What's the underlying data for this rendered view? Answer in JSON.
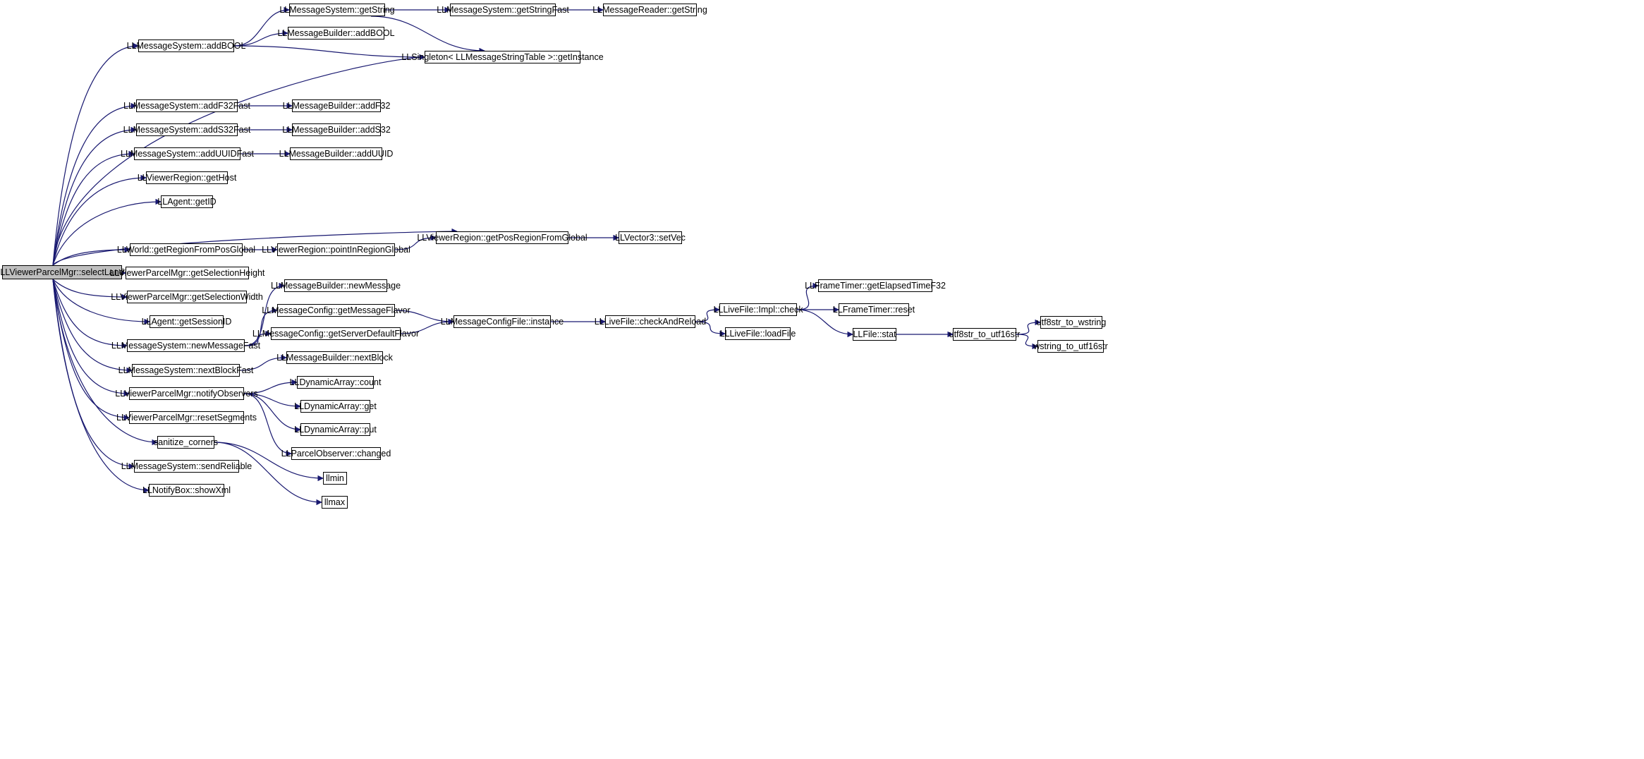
{
  "diagram": {
    "type": "call-graph",
    "edge_color": "#191970",
    "root_fill": "#bfbfbf",
    "nodes": [
      {
        "id": "root",
        "label": "LLViewerParcelMgr::selectLand",
        "root": true
      },
      {
        "id": "addBOOL",
        "label": "LLMessageSystem::addBOOL"
      },
      {
        "id": "getString",
        "label": "LLMessageSystem::getString"
      },
      {
        "id": "getStringFast",
        "label": "LLMessageSystem::getStringFast"
      },
      {
        "id": "readerGetString",
        "label": "LLMessageReader::getString"
      },
      {
        "id": "mbAddBOOL",
        "label": "LLMessageBuilder::addBOOL"
      },
      {
        "id": "singleton",
        "label": "LLSingleton< LLMessageStringTable >::getInstance"
      },
      {
        "id": "addF32Fast",
        "label": "LLMessageSystem::addF32Fast"
      },
      {
        "id": "mbAddF32",
        "label": "LLMessageBuilder::addF32"
      },
      {
        "id": "addS32Fast",
        "label": "LLMessageSystem::addS32Fast"
      },
      {
        "id": "mbAddS32",
        "label": "LLMessageBuilder::addS32"
      },
      {
        "id": "addUUIDFast",
        "label": "LLMessageSystem::addUUIDFast"
      },
      {
        "id": "mbAddUUID",
        "label": "LLMessageBuilder::addUUID"
      },
      {
        "id": "getHost",
        "label": "LLViewerRegion::getHost"
      },
      {
        "id": "getID",
        "label": "LLAgent::getID"
      },
      {
        "id": "getPosRegion",
        "label": "LLViewerRegion::getPosRegionFromGlobal"
      },
      {
        "id": "setVec",
        "label": "LLVector3::setVec"
      },
      {
        "id": "getRegionFromPos",
        "label": "LLWorld::getRegionFromPosGlobal"
      },
      {
        "id": "pointInRegion",
        "label": "LLViewerRegion::pointInRegionGlobal"
      },
      {
        "id": "selHeight",
        "label": "LLViewerParcelMgr::getSelectionHeight"
      },
      {
        "id": "selWidth",
        "label": "LLViewerParcelMgr::getSelectionWidth"
      },
      {
        "id": "newMessage",
        "label": "LLMessageBuilder::newMessage"
      },
      {
        "id": "getMsgFlavor",
        "label": "LLMessageConfig::getMessageFlavor"
      },
      {
        "id": "cfgInstance",
        "label": "LLMessageConfigFile::instance"
      },
      {
        "id": "checkAndReload",
        "label": "LLLiveFile::checkAndReload"
      },
      {
        "id": "implCheck",
        "label": "LLLiveFile::Impl::check"
      },
      {
        "id": "getElapsed",
        "label": "LLFrameTimer::getElapsedTimeF32"
      },
      {
        "id": "timerReset",
        "label": "LLFrameTimer::reset"
      },
      {
        "id": "fileStat",
        "label": "LLFile::stat"
      },
      {
        "id": "utf8to16",
        "label": "utf8str_to_utf16str"
      },
      {
        "id": "utf8toW",
        "label": "utf8str_to_wstring"
      },
      {
        "id": "wToUtf16",
        "label": "wstring_to_utf16str"
      },
      {
        "id": "loadFile",
        "label": "LLLiveFile::loadFile"
      },
      {
        "id": "getSessionID",
        "label": "LLAgent::getSessionID"
      },
      {
        "id": "newMessageFast",
        "label": "LLMessageSystem::newMessageFast"
      },
      {
        "id": "getServerFlavor",
        "label": "LLMessageConfig::getServerDefaultFlavor"
      },
      {
        "id": "nextBlockFast",
        "label": "LLMessageSystem::nextBlockFast"
      },
      {
        "id": "mbNextBlock",
        "label": "LLMessageBuilder::nextBlock"
      },
      {
        "id": "notifyObservers",
        "label": "LLViewerParcelMgr::notifyObservers"
      },
      {
        "id": "daCount",
        "label": "LLDynamicArray::count"
      },
      {
        "id": "daGet",
        "label": "LLDynamicArray::get"
      },
      {
        "id": "daPut",
        "label": "LLDynamicArray::put"
      },
      {
        "id": "changed",
        "label": "LLParcelObserver::changed"
      },
      {
        "id": "resetSegments",
        "label": "LLViewerParcelMgr::resetSegments"
      },
      {
        "id": "sanitize",
        "label": "sanitize_corners"
      },
      {
        "id": "llmin",
        "label": "llmin"
      },
      {
        "id": "llmax",
        "label": "llmax"
      },
      {
        "id": "sendReliable",
        "label": "LLMessageSystem::sendReliable"
      },
      {
        "id": "showXml",
        "label": "LLNotifyBox::showXml"
      }
    ],
    "edges": [
      [
        "root",
        "addBOOL"
      ],
      [
        "root",
        "singleton"
      ],
      [
        "root",
        "addF32Fast"
      ],
      [
        "root",
        "addS32Fast"
      ],
      [
        "root",
        "addUUIDFast"
      ],
      [
        "root",
        "getHost"
      ],
      [
        "root",
        "getID"
      ],
      [
        "root",
        "getPosRegion"
      ],
      [
        "root",
        "getRegionFromPos"
      ],
      [
        "root",
        "selHeight"
      ],
      [
        "root",
        "selWidth"
      ],
      [
        "root",
        "getSessionID"
      ],
      [
        "root",
        "newMessageFast"
      ],
      [
        "root",
        "nextBlockFast"
      ],
      [
        "root",
        "notifyObservers"
      ],
      [
        "root",
        "resetSegments"
      ],
      [
        "root",
        "sanitize"
      ],
      [
        "root",
        "sendReliable"
      ],
      [
        "root",
        "showXml"
      ],
      [
        "addBOOL",
        "getString"
      ],
      [
        "addBOOL",
        "mbAddBOOL"
      ],
      [
        "addBOOL",
        "singleton"
      ],
      [
        "getString",
        "getStringFast"
      ],
      [
        "getString",
        "singleton"
      ],
      [
        "getStringFast",
        "readerGetString"
      ],
      [
        "addF32Fast",
        "mbAddF32"
      ],
      [
        "addS32Fast",
        "mbAddS32"
      ],
      [
        "addUUIDFast",
        "mbAddUUID"
      ],
      [
        "getRegionFromPos",
        "pointInRegion"
      ],
      [
        "pointInRegion",
        "getPosRegion"
      ],
      [
        "getPosRegion",
        "setVec"
      ],
      [
        "newMessageFast",
        "newMessage"
      ],
      [
        "newMessageFast",
        "getMsgFlavor"
      ],
      [
        "newMessageFast",
        "getServerFlavor"
      ],
      [
        "getMsgFlavor",
        "cfgInstance"
      ],
      [
        "getServerFlavor",
        "cfgInstance"
      ],
      [
        "cfgInstance",
        "checkAndReload"
      ],
      [
        "checkAndReload",
        "implCheck"
      ],
      [
        "checkAndReload",
        "loadFile"
      ],
      [
        "implCheck",
        "getElapsed"
      ],
      [
        "implCheck",
        "timerReset"
      ],
      [
        "implCheck",
        "fileStat"
      ],
      [
        "fileStat",
        "utf8to16"
      ],
      [
        "utf8to16",
        "utf8toW"
      ],
      [
        "utf8to16",
        "wToUtf16"
      ],
      [
        "nextBlockFast",
        "mbNextBlock"
      ],
      [
        "notifyObservers",
        "daCount"
      ],
      [
        "notifyObservers",
        "daGet"
      ],
      [
        "notifyObservers",
        "daPut"
      ],
      [
        "notifyObservers",
        "changed"
      ],
      [
        "sanitize",
        "llmin"
      ],
      [
        "sanitize",
        "llmax"
      ]
    ]
  }
}
